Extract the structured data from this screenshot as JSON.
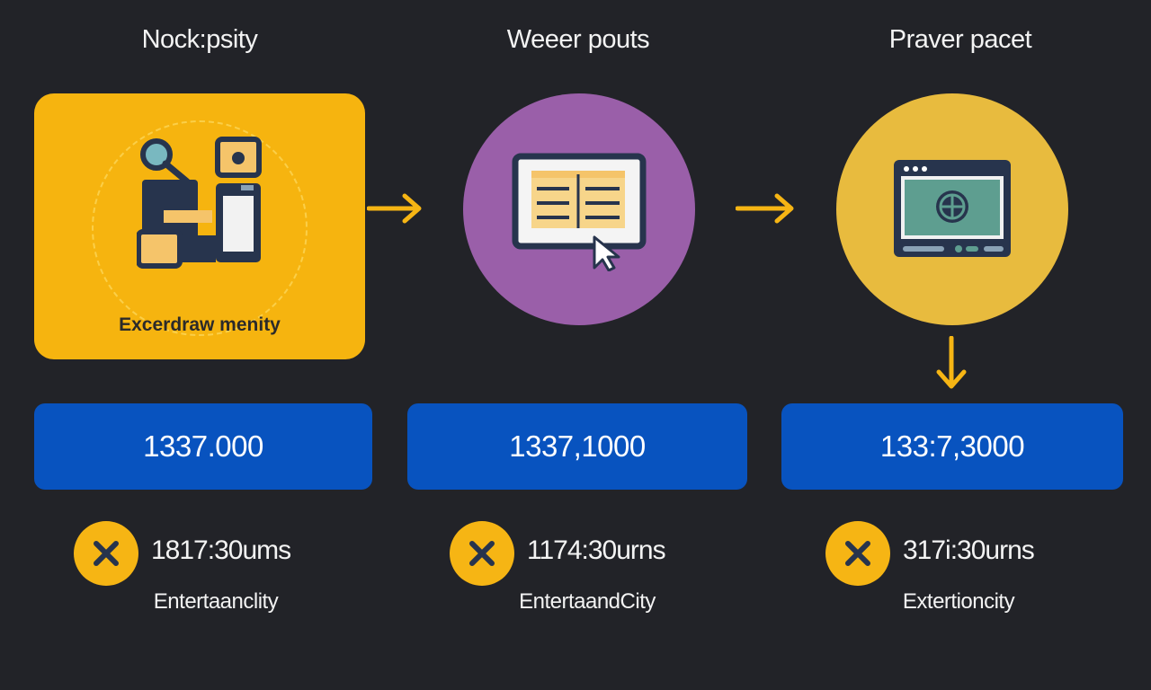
{
  "steps": [
    {
      "title": "Nock:psity",
      "caption": "Excerdraw menity",
      "value": "1337.000",
      "metric": "1817:30ums",
      "label": "Entertaanclity"
    },
    {
      "title": "Weeer pouts",
      "caption": "",
      "value": "1337,1000",
      "metric": "1174:30urns",
      "label": "EntertaandCity"
    },
    {
      "title": "Praver pacet",
      "caption": "",
      "value": "133:7,3000",
      "metric": "317i:30urns",
      "label": "Extertioncity"
    }
  ],
  "icons": {
    "step1": "tools-machine-icon",
    "step2": "browser-window-cursor-icon",
    "step3": "laptop-globe-icon",
    "status": "close-x-icon"
  },
  "colors": {
    "background": "#222328",
    "step1": "#f6b40f",
    "step2": "#9a5fa9",
    "step3": "#e8bb3e",
    "value_box": "#0853bf",
    "badge": "#f6b514",
    "arrow": "#f6b514"
  }
}
